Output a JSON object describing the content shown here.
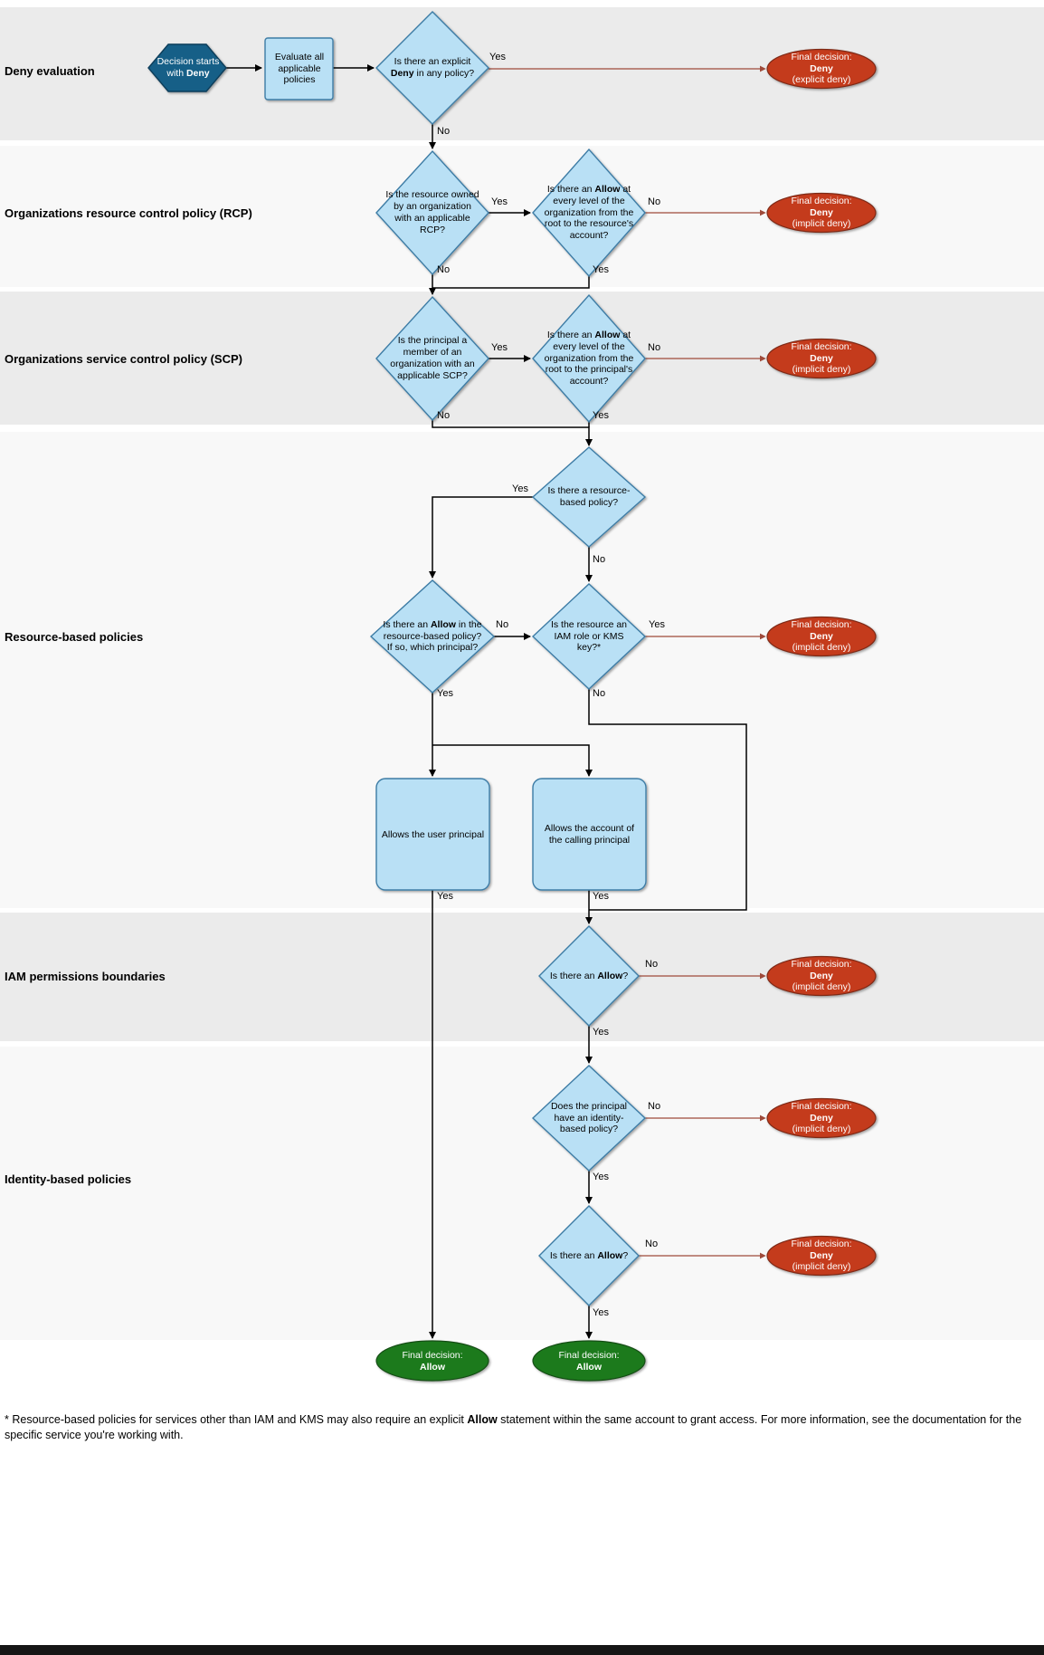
{
  "labels": {
    "yes": "Yes",
    "no": "No"
  },
  "sections": {
    "deny_evaluation": "Deny evaluation",
    "rcp": "Organizations resource control policy (RCP)",
    "scp": "Organizations service control policy (SCP)",
    "resource_based": "Resource-based policies",
    "permissions_boundaries": "IAM permissions boundaries",
    "identity_based": "Identity-based policies"
  },
  "nodes": {
    "start": {
      "pre": "Decision starts with ",
      "bold": "Deny"
    },
    "evaluate": {
      "text": "Evaluate all applicable policies"
    },
    "explicit_deny_check": {
      "pre": "Is there an explicit ",
      "bold": "Deny",
      "post": " in any policy?"
    },
    "rcp_applicable": {
      "text": "Is the resource owned by an organization with an applicable RCP?"
    },
    "rcp_allow": {
      "pre": "Is there an ",
      "bold": "Allow",
      "post": " at every level of the organization from the root to the resource's account?"
    },
    "scp_applicable": {
      "text": "Is the principal a member of an organization with an applicable SCP?"
    },
    "scp_allow": {
      "pre": "Is there an ",
      "bold": "Allow",
      "post": " at every level of the organization from the root to the principal's account?"
    },
    "rbp_exists": {
      "text": "Is there a resource-based policy?"
    },
    "rbp_allow": {
      "pre": "Is there an ",
      "bold": "Allow",
      "post": " in the resource-based policy? If so, which principal?"
    },
    "iam_kms": {
      "text": "Is the resource an IAM role or KMS key?*"
    },
    "allows_user": {
      "text": "Allows the user principal"
    },
    "allows_account": {
      "text": "Allows the account of the calling principal"
    },
    "pb_allow": {
      "pre": "Is there an ",
      "bold": "Allow",
      "post": "?"
    },
    "ibp_exists": {
      "text": "Does the principal have an identity-based policy?"
    },
    "ibp_allow": {
      "pre": "Is there an ",
      "bold": "Allow",
      "post": "?"
    }
  },
  "outcomes": {
    "deny_explicit": {
      "line1": "Final decision:",
      "line2": "Deny",
      "line3": "(explicit deny)"
    },
    "deny_implicit": {
      "line1": "Final decision:",
      "line2": "Deny",
      "line3": "(implicit deny)"
    },
    "allow": {
      "line1": "Final decision:",
      "line2": "Allow"
    }
  },
  "footnote": {
    "pre": "* Resource-based policies for services other than IAM and KMS may also require an explicit ",
    "bold": "Allow",
    "post": " statement within the same account to grant access. For more information, see the documentation for the specific service you're working with."
  },
  "colors": {
    "band_gray": "#ebebeb",
    "band_light": "#f8f8f8",
    "node_fill": "#b9e0f5",
    "node_stroke": "#3e7ca5",
    "start_fill": "#155f87",
    "start_stroke": "#0d3e5a",
    "deny_fill": "#c43b1d",
    "deny_stroke": "#7d2917",
    "allow_fill": "#1f7a1f",
    "allow_stroke": "#124d12",
    "connector": "#000000",
    "deny_connector": "#9e4a3a"
  }
}
